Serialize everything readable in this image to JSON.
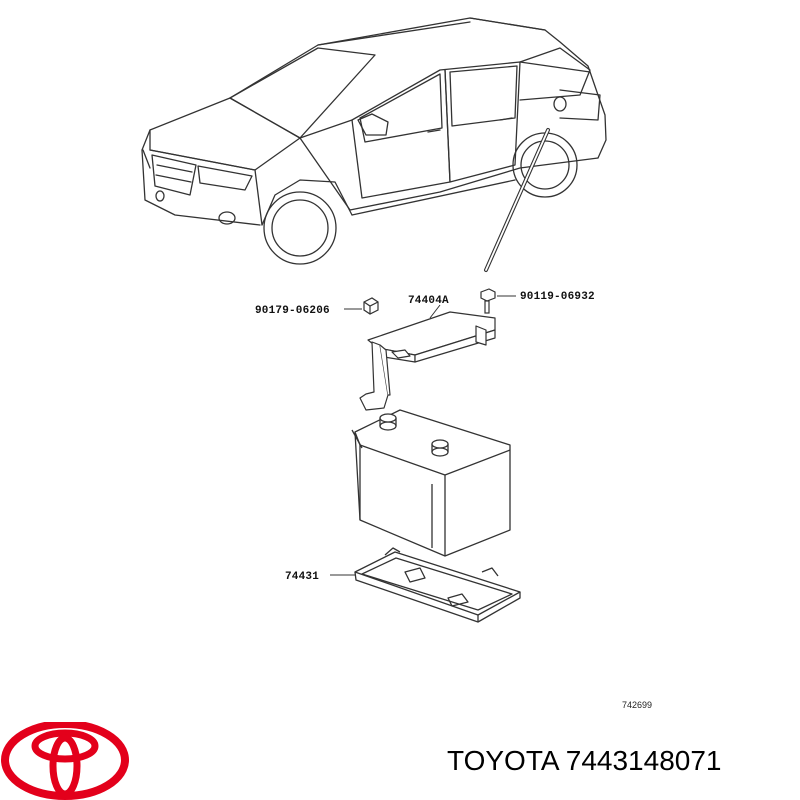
{
  "parts": {
    "nut_left": "90179-06206",
    "bracket": "74404A",
    "bolt_right": "90119-06932",
    "tray": "74431"
  },
  "reference_code": "742699",
  "brand_line": "TOYOTA 7443148071",
  "colors": {
    "line": "#333333",
    "logo_red": "#e3001b"
  },
  "logo_icon": "toyota-logo-icon"
}
